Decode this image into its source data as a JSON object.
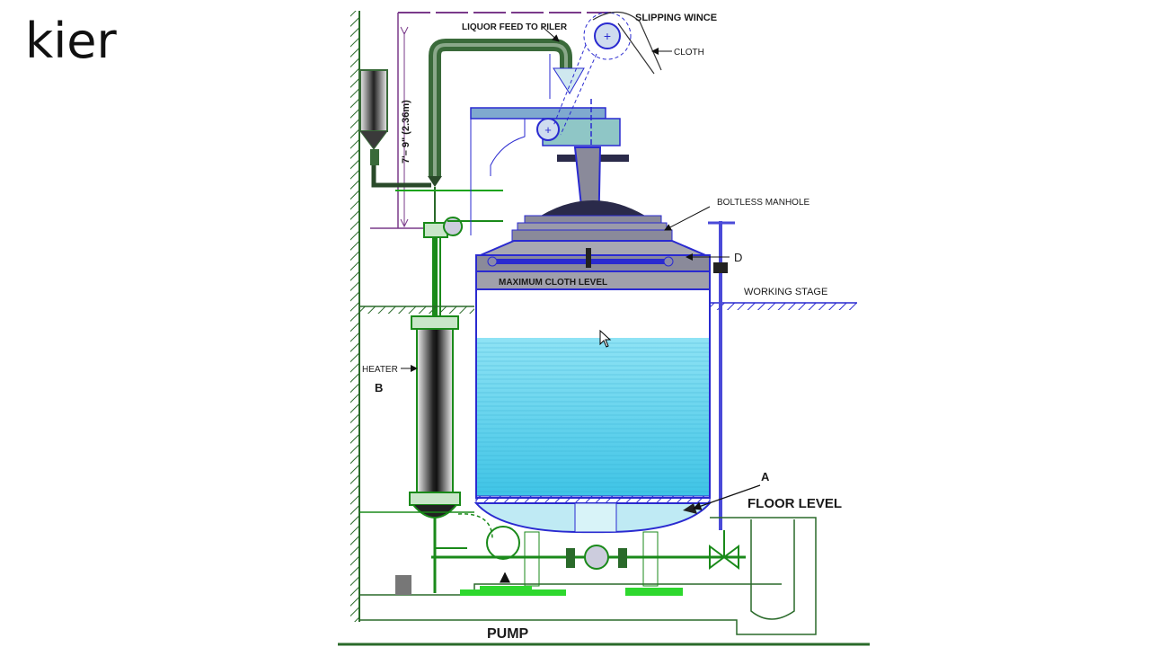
{
  "slide": {
    "title": "kier"
  },
  "diagram": {
    "labels": {
      "liquor_feed": "LIQUOR FEED TO PILER",
      "slipping_wince": "SLIPPING WINCE",
      "cloth": "CLOTH",
      "boltless_manhole": "BOLTLESS MANHOLE",
      "d": "D",
      "working_stage": "WORKING STAGE",
      "max_cloth_level": "MAXIMUM CLOTH LEVEL",
      "heater": "HEATER",
      "b": "B",
      "a": "A",
      "floor_level": "FLOOR LEVEL",
      "pump": "PUMP",
      "dimension": "7'– 9\" (2.36m)"
    },
    "colors": {
      "vessel_outline": "#2a2ad0",
      "liquor": "#5cd0ec",
      "pipe": "#3a6a3a",
      "heater_green": "#1aa31a",
      "header_steel": "#8a8a9a",
      "dimension_line": "#7a3a8a",
      "wall_hatch": "#2a6a2a"
    }
  }
}
